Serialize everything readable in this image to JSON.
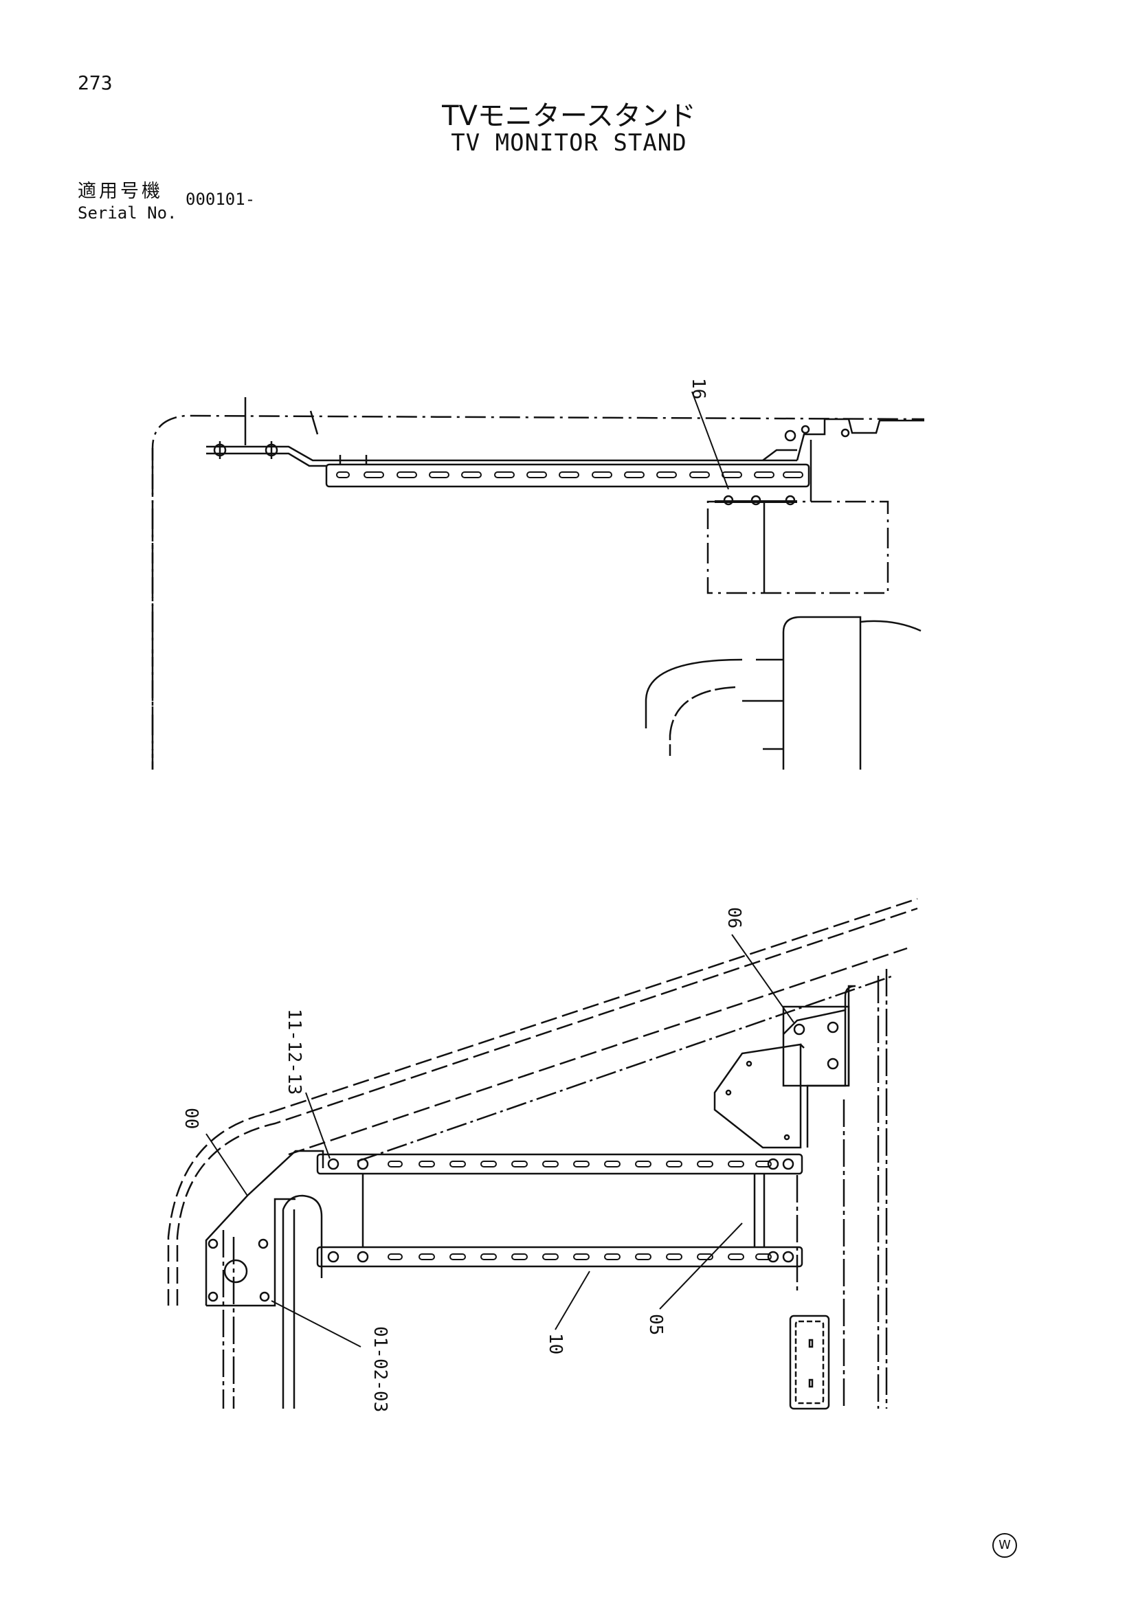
{
  "header": {
    "page_number": "273",
    "title_jp": "TVモニタースタンド",
    "title_en": "TV MONITOR STAND",
    "serial_label_jp": "適用号機",
    "serial_label_en": "Serial No.",
    "serial_value": "000101-"
  },
  "callouts": {
    "top_view": {
      "c16": "16"
    },
    "front_view": {
      "c06": "06",
      "c11_12_13": "11-12-13",
      "c00": "00",
      "c10": "10",
      "c05": "05",
      "c01_02_03": "01-02-03"
    }
  },
  "footer": {
    "mark": "W"
  }
}
